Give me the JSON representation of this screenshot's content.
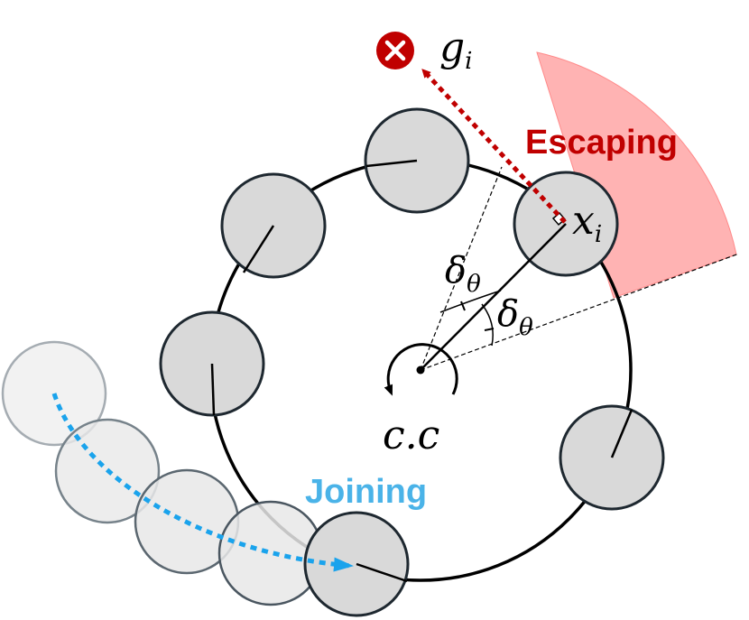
{
  "labels": {
    "escaping": "Escaping",
    "joining": "Joining",
    "goal": "g",
    "goal_sub": "i",
    "agent": "x",
    "agent_sub": "i",
    "delta": "δ",
    "delta_sub": "θ",
    "center": "c.c"
  },
  "colors": {
    "escape_text": "#c00000",
    "escape_arrow": "#c00000",
    "escape_sector": "#ffb3b3",
    "join_text": "#4ab3e8",
    "join_arrow": "#1aa3ec",
    "agent_fill": "#d9d9d9",
    "ghost_fill": "#ededed",
    "stroke": "#000000"
  },
  "icons": {
    "goal_marker": "x-circle-icon",
    "rotation": "counterclockwise-arrow-icon"
  }
}
